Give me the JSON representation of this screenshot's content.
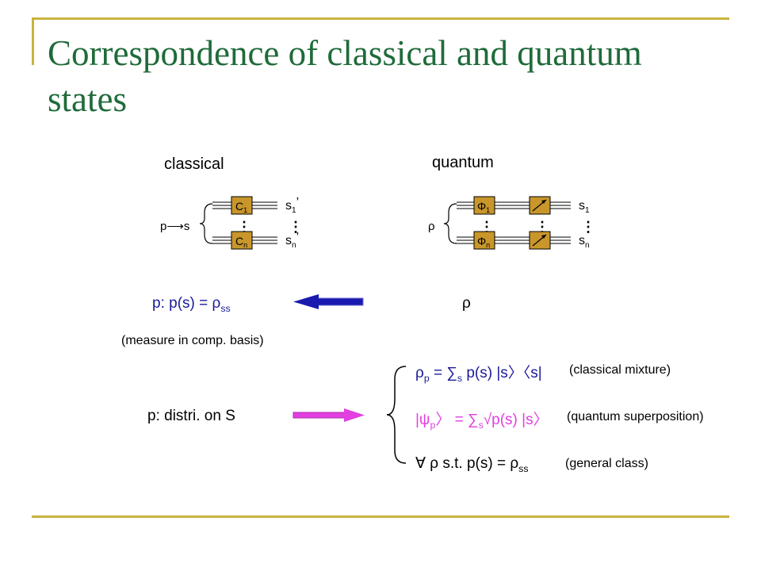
{
  "title": "Correspondence of classical and quantum states",
  "classical": {
    "heading": "classical",
    "input": "p⟶s",
    "box1": "C",
    "box1_sub": "1",
    "boxn": "C",
    "boxn_sub": "n",
    "out1": "s",
    "out1_sub": "1",
    "out1_mark": "’",
    "outn": "s",
    "outn_sub": "n",
    "outn_mark": "’",
    "ellipsis": "⋮"
  },
  "quantum": {
    "heading": "quantum",
    "input": "ρ",
    "box1": "Φ",
    "box1_sub": "1",
    "boxn": "Φ",
    "boxn_sub": "n",
    "out1": "s",
    "out1_sub": "1",
    "outn": "s",
    "outn_sub": "n",
    "ellipsis": "⋮"
  },
  "row1": {
    "left_prefix": "p: p(s) = ρ",
    "left_sub": "ss",
    "right": "ρ",
    "note": "(measure in comp. basis)"
  },
  "row2": {
    "left": "p: distri. on S",
    "f1_pre": "ρ",
    "f1_sub": "p",
    "f1_body": " = ∑",
    "f1_sum_sub": "s",
    "f1_tail": " p(s) |s〉〈s|",
    "f1_note": "(classical mixture)",
    "f2_pre": "|ψ",
    "f2_sub": "p",
    "f2_body": "〉 = ∑",
    "f2_sum_sub": "s",
    "f2_tail": "√p(s) |s〉",
    "f2_note": "(quantum superposition)",
    "f3_pre": "∀ ρ s.t. p(s) = ρ",
    "f3_sub": "ss",
    "f3_note": "(general class)"
  },
  "colors": {
    "title": "#1f6b3a",
    "rule": "#c9b33f",
    "box": "#c8962a",
    "arrow_blue": "#1a1ab0",
    "arrow_magenta": "#e23ee0",
    "text_blue": "#1a1a9a"
  }
}
